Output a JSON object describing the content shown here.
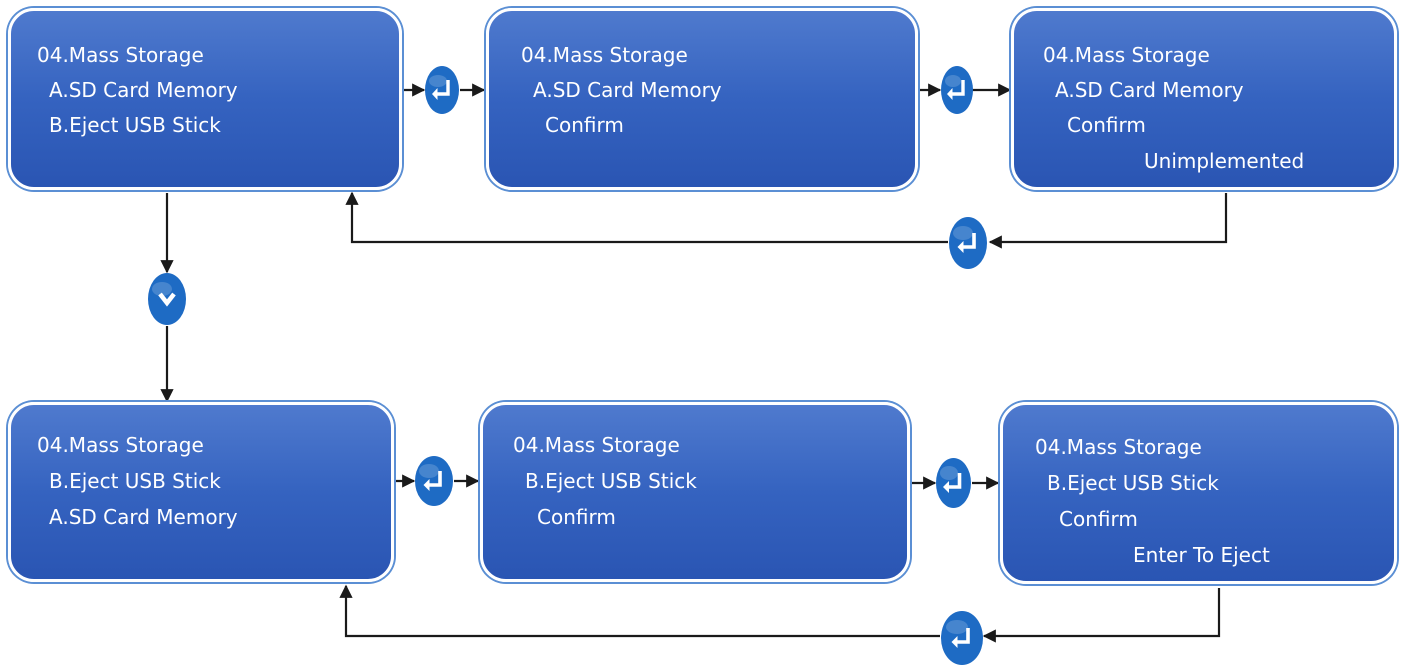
{
  "diagram": {
    "colors": {
      "screen_fill": "#3563c0",
      "screen_border": "#5b8fd4",
      "text": "#ffffff",
      "arrow": "#1a1a1a",
      "icon_fill": "#1e6bc4"
    },
    "row_sd": {
      "menu": {
        "title": "04.Mass Storage",
        "line1": "A.SD Card Memory",
        "line2": "B.Eject USB Stick"
      },
      "confirm": {
        "title": "04.Mass Storage",
        "line1": "A.SD Card Memory",
        "line2": "Confirm"
      },
      "result": {
        "title": "04.Mass Storage",
        "line1": "A.SD Card Memory",
        "line2": "Confirm",
        "line3": "Unimplemented"
      }
    },
    "row_usb": {
      "menu": {
        "title": "04.Mass Storage",
        "line1": "B.Eject USB Stick",
        "line2": "A.SD Card Memory"
      },
      "confirm": {
        "title": "04.Mass Storage",
        "line1": "B.Eject USB Stick",
        "line2": "Confirm"
      },
      "result": {
        "title": "04.Mass Storage",
        "line1": "B.Eject USB Stick",
        "line2": "Confirm",
        "line3": "Enter To Eject"
      }
    },
    "icons": {
      "enter": "enter-key-icon",
      "down": "down-key-icon"
    }
  }
}
